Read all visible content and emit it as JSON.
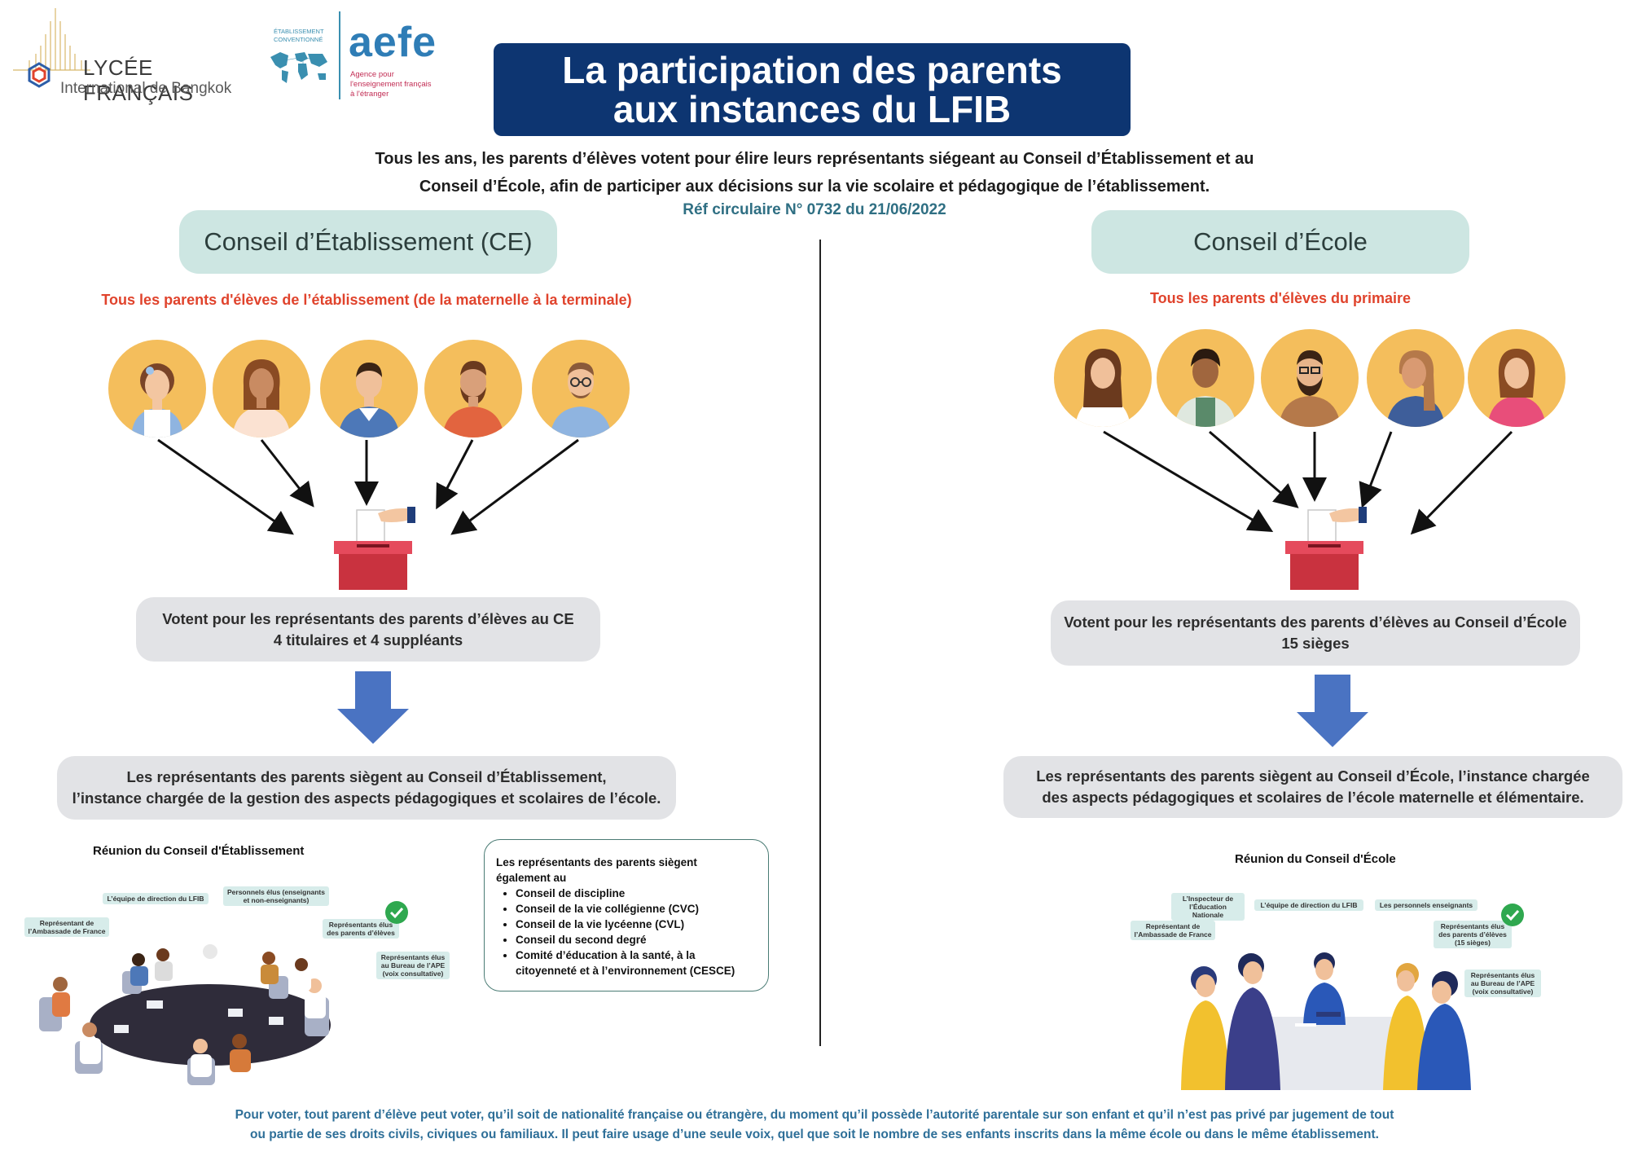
{
  "logos": {
    "lycee_line1": "LYCÉE FRANÇAIS",
    "lycee_line2": "International de Bangkok",
    "etab_line1": "ÉTABLISSEMENT",
    "etab_line2": "CONVENTIONNÉ",
    "aefe": "aefe",
    "aefe_sub1": "Agence pour",
    "aefe_sub2": "l'enseignement français",
    "aefe_sub3": "à l'étranger"
  },
  "title": {
    "line1": "La participation des parents",
    "line2": "aux instances du LFIB"
  },
  "intro": {
    "line1": "Tous les ans, les parents d’élèves votent pour élire leurs représentants siégeant au Conseil d’Établissement et au",
    "line2": "Conseil d’École, afin de participer aux décisions sur la vie scolaire et pédagogique de l’établissement.",
    "ref": "Réf circulaire N° 0732 du 21/06/2022"
  },
  "left": {
    "title": "Conseil d’Établissement (CE)",
    "subtitle": "Tous les parents d'élèves de l’établissement  (de la maternelle à la terminale)",
    "vote_line1": "Votent pour les représentants des parents d’élèves au CE",
    "vote_line2": "4 titulaires et 4 suppléants",
    "seat_line1": "Les représentants des parents siègent au Conseil d’Établissement,",
    "seat_line2": "l’instance chargée de la gestion des aspects pédagogiques et scolaires de l’école.",
    "meeting_label": "Réunion du Conseil d'Établissement",
    "tags": {
      "direction": "L’équipe de direction du LFIB",
      "personnels": "Personnels élus (enseignants et non-enseignants)",
      "ambassade": "Représentant de l’Ambassade de France",
      "parents": "Représentants élus des parents d’élèves",
      "ape": "Représentants élus au Bureau de l’APE (voix consultative)"
    }
  },
  "info_box": {
    "heading1": "Les représentants des parents siègent",
    "heading2": "également au",
    "items": [
      "Conseil de discipline",
      "Conseil de la vie collégienne (CVC)",
      "Conseil de la vie lycéenne (CVL)",
      "Conseil du second degré",
      "Comité d’éducation à la santé, à la citoyenneté et à l’environnement (CESCE)"
    ]
  },
  "right": {
    "title": "Conseil d’École",
    "subtitle": "Tous les parents d'élèves du primaire",
    "vote_line1": "Votent pour les représentants des parents d’élèves au Conseil d’École",
    "vote_line2": "15 sièges",
    "seat_line1": "Les représentants des parents siègent au Conseil d’École, l’instance chargée",
    "seat_line2": "des aspects pédagogiques et scolaires de l’école maternelle et élémentaire.",
    "meeting_label": "Réunion du Conseil d'École",
    "tags": {
      "inspecteur": "L’Inspecteur de l’Éducation Nationale",
      "direction": "L’équipe de direction du LFIB",
      "enseignants": "Les personnels enseignants",
      "ambassade": "Représentant de l’Ambassade de France",
      "parents": "Représentants élus des parents d’élèves (15 sièges)",
      "ape": "Représentants élus au Bureau de l’APE (voix consultative)"
    }
  },
  "footer": {
    "line1": "Pour voter, tout parent d’élève peut voter, qu’il soit de nationalité française ou étrangère, du moment qu’il possède l’autorité parentale sur son enfant et qu’il n’est pas privé par jugement de tout",
    "line2": "ou partie de ses droits civils, civiques ou familiaux. Il peut faire usage d’une seule voix, quel que soit le nombre de ses enfants inscrits dans la même école ou dans le même établissement."
  },
  "colors": {
    "title_bg": "#0d3571",
    "pill_bg": "#cde6e2",
    "red": "#e0432c",
    "grey_pill": "#e2e3e6",
    "arrow_blue": "#4a73c2",
    "avatar_bg": "#f4be5c",
    "ballot_red": "#d2384a",
    "footer_blue": "#2e6f98",
    "ref_teal": "#2f6f83"
  },
  "icons": [
    "lycee-logo-icon",
    "world-map-icon",
    "ballot-box-icon",
    "down-arrow-icon",
    "check-icon",
    "avatar-icon"
  ]
}
